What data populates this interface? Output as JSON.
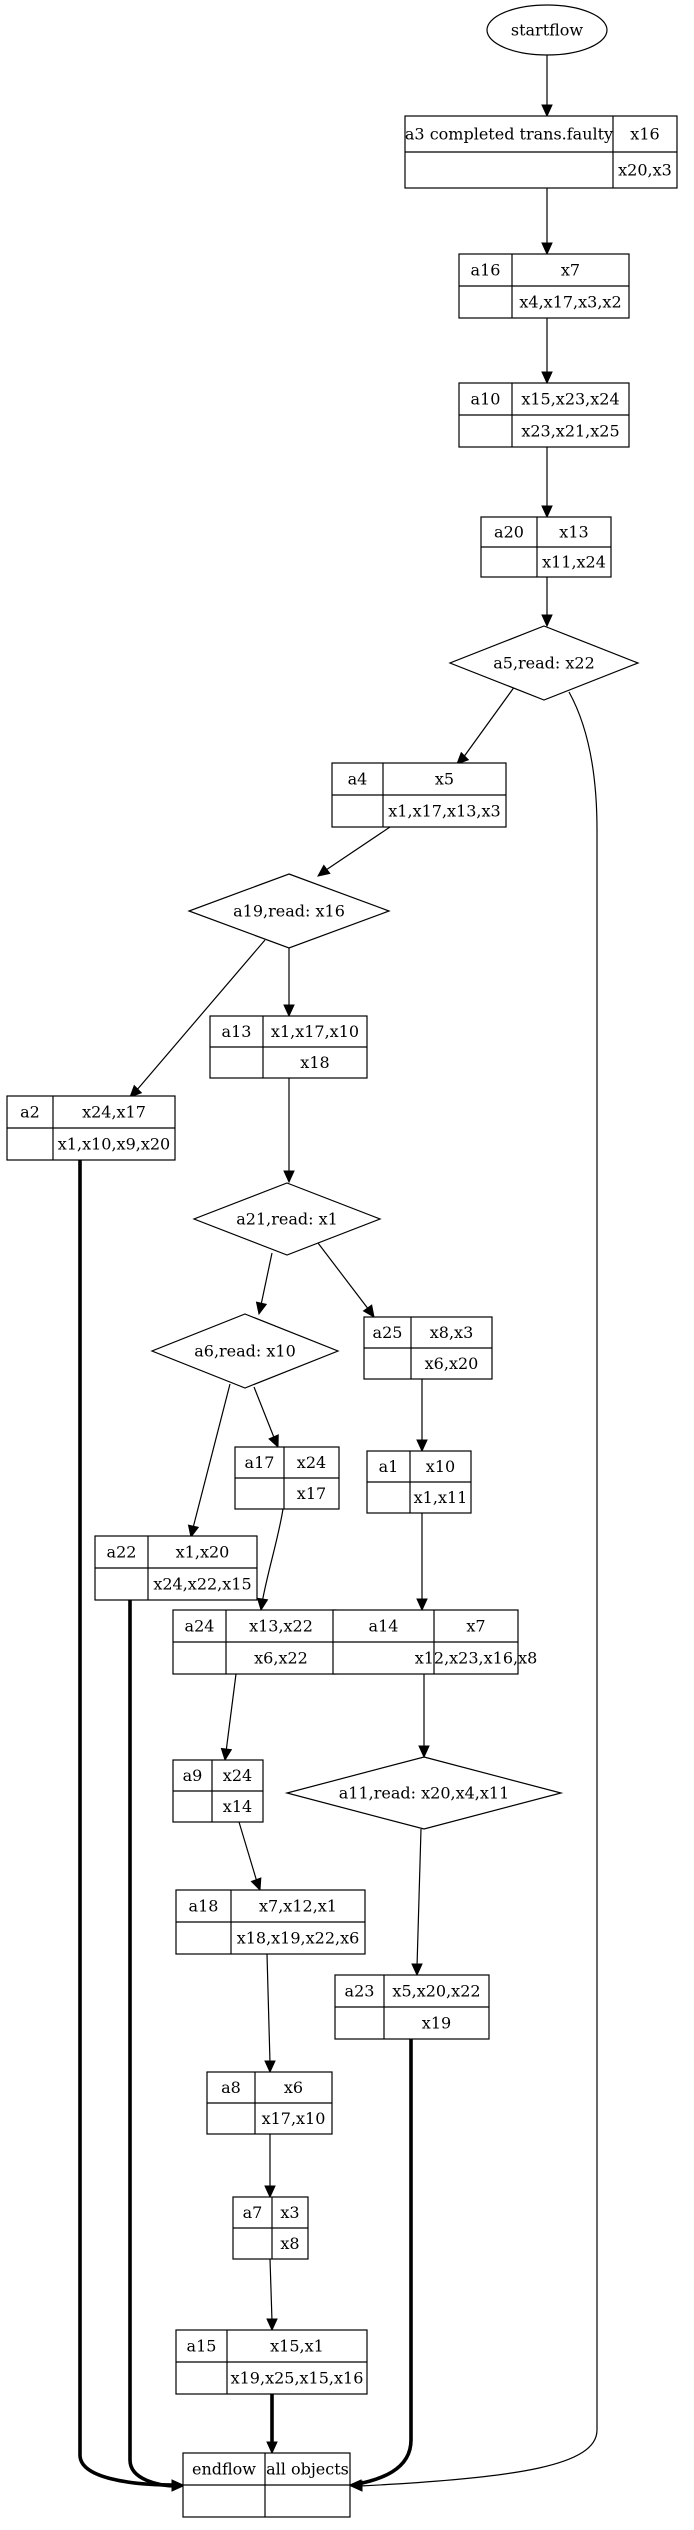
{
  "diagram": {
    "start": "startflow",
    "nodes": {
      "a3": {
        "label": "a3 completed trans.faulty",
        "top": "x16",
        "bottom": "x20,x3"
      },
      "a16": {
        "label": "a16",
        "top": "x7",
        "bottom": "x4,x17,x3,x2"
      },
      "a10": {
        "label": "a10",
        "top": "x15,x23,x24",
        "bottom": "x23,x21,x25"
      },
      "a20": {
        "label": "a20",
        "top": "x13",
        "bottom": "x11,x24"
      },
      "d5": {
        "label": "a5,read: x22"
      },
      "a4": {
        "label": "a4",
        "top": "x5",
        "bottom": "x1,x17,x13,x3"
      },
      "d19": {
        "label": "a19,read: x16"
      },
      "a13": {
        "label": "a13",
        "top": "x1,x17,x10",
        "bottom": "x18"
      },
      "a2": {
        "label": "a2",
        "top": "x24,x17",
        "bottom": "x1,x10,x9,x20"
      },
      "d21": {
        "label": "a21,read: x1"
      },
      "d6": {
        "label": "a6,read: x10"
      },
      "a25": {
        "label": "a25",
        "top": "x8,x3",
        "bottom": "x6,x20"
      },
      "a17": {
        "label": "a17",
        "top": "x24",
        "bottom": "x17"
      },
      "a1": {
        "label": "a1",
        "top": "x10",
        "bottom": "x1,x11"
      },
      "a22": {
        "label": "a22",
        "top": "x1,x20",
        "bottom": "x24,x22,x15"
      },
      "a24": {
        "label": "a24",
        "top": "x13,x22",
        "bottom": "x6,x22"
      },
      "a14": {
        "label": "a14",
        "top": "x7",
        "bottom": "x12,x23,x16,x8"
      },
      "a9": {
        "label": "a9",
        "top": "x24",
        "bottom": "x14"
      },
      "d11": {
        "label": "a11,read: x20,x4,x11"
      },
      "a18": {
        "label": "a18",
        "top": "x7,x12,x1",
        "bottom": "x18,x19,x22,x6"
      },
      "a23": {
        "label": "a23",
        "top": "x5,x20,x22",
        "bottom": "x19"
      },
      "a8": {
        "label": "a8",
        "top": "x6",
        "bottom": "x17,x10"
      },
      "a7": {
        "label": "a7",
        "top": "x3",
        "bottom": "x8"
      },
      "a15": {
        "label": "a15",
        "top": "x15,x1",
        "bottom": "x19,x25,x15,x16"
      },
      "end": {
        "label": "endflow",
        "top": "all objects",
        "bottom": ""
      }
    }
  }
}
